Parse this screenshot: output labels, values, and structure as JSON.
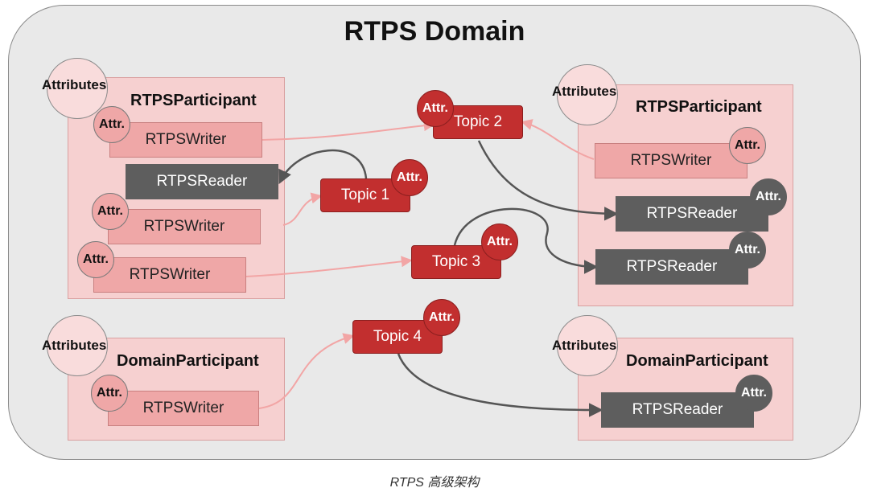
{
  "title": "RTPS Domain",
  "caption": "RTPS 高级架构",
  "labels": {
    "attributes": "Attributes",
    "attr_short": "Attr.",
    "rtps_participant": "RTPSParticipant",
    "domain_participant": "DomainParticipant",
    "writer": "RTPSWriter",
    "reader": "RTPSReader"
  },
  "topics": [
    "Topic 1",
    "Topic 2",
    "Topic 3",
    "Topic 4"
  ],
  "colors": {
    "writer_link": "#f2a5a5",
    "reader_link": "#555555",
    "topic": "#c22f2f",
    "reader": "#5e5e5e",
    "writer": "#efa7a7",
    "panel": "#f6d0d0",
    "background": "#e9e9e9"
  }
}
